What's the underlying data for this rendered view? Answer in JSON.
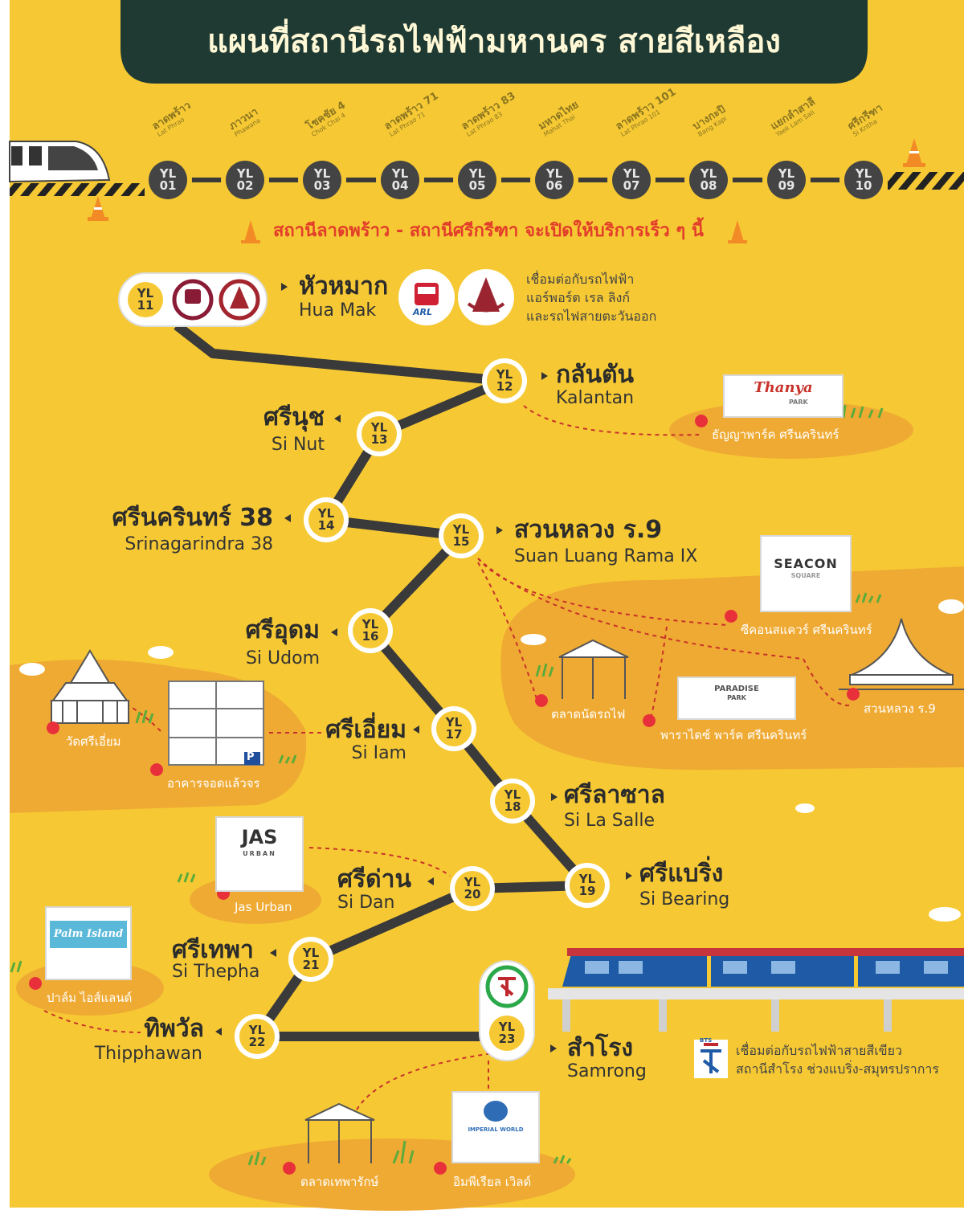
{
  "title": "แผนที่สถานีรถไฟฟ้ามหานคร สายสีเหลือง",
  "notice": "สถานีลาดพร้าว - สถานีศรีกรีฑา จะเปิดให้บริการเร็ว ๆ นี้",
  "colors": {
    "background": "#f6c934",
    "area": "#efaa33",
    "title_bg": "#1f3a33",
    "track": "#3a3a3a",
    "station_fill": "#f6c934",
    "station_ring": "#ffffff",
    "upcoming_fill": "#444444",
    "notice_text": "#e23d2a",
    "pin": "#e8303a"
  },
  "upcoming_stations": [
    {
      "code": "YL\n01",
      "th": "ลาดพร้าว",
      "en": "Lat Phrao"
    },
    {
      "code": "YL\n02",
      "th": "ภาวนา",
      "en": "Phawana"
    },
    {
      "code": "YL\n03",
      "th": "โชคชัย 4",
      "en": "Chok Chai 4"
    },
    {
      "code": "YL\n04",
      "th": "ลาดพร้าว 71",
      "en": "Lat Phrao 71"
    },
    {
      "code": "YL\n05",
      "th": "ลาดพร้าว 83",
      "en": "Lat Phrao 83"
    },
    {
      "code": "YL\n06",
      "th": "มหาดไทย",
      "en": "Mahat Thai"
    },
    {
      "code": "YL\n07",
      "th": "ลาดพร้าว 101",
      "en": "Lat Phrao 101"
    },
    {
      "code": "YL\n08",
      "th": "บางกะปิ",
      "en": "Bang Kapi"
    },
    {
      "code": "YL\n09",
      "th": "แยกลำสาลี",
      "en": "Yaek Lam Sali"
    },
    {
      "code": "YL\n10",
      "th": "ศรีกรีฑา",
      "en": "Si Kritha"
    }
  ],
  "stations": [
    {
      "code": "YL\n11",
      "th": "หัวหมาก",
      "en": "Hua Mak"
    },
    {
      "code": "YL\n12",
      "th": "กลันตัน",
      "en": "Kalantan"
    },
    {
      "code": "YL\n13",
      "th": "ศรีนุช",
      "en": "Si Nut"
    },
    {
      "code": "YL\n14",
      "th": "ศรีนครินทร์ 38",
      "en": "Srinagarindra 38"
    },
    {
      "code": "YL\n15",
      "th": "สวนหลวง ร.9",
      "en": "Suan Luang Rama IX"
    },
    {
      "code": "YL\n16",
      "th": "ศรีอุดม",
      "en": "Si Udom"
    },
    {
      "code": "YL\n17",
      "th": "ศรีเอี่ยม",
      "en": "Si Iam"
    },
    {
      "code": "YL\n18",
      "th": "ศรีลาซาล",
      "en": "Si La Salle"
    },
    {
      "code": "YL\n19",
      "th": "ศรีแบริ่ง",
      "en": "Si Bearing"
    },
    {
      "code": "YL\n20",
      "th": "ศรีด่าน",
      "en": "Si Dan"
    },
    {
      "code": "YL\n21",
      "th": "ศรีเทพา",
      "en": "Si Thepha"
    },
    {
      "code": "YL\n22",
      "th": "ทิพวัล",
      "en": "Thipphawan"
    },
    {
      "code": "YL\n23",
      "th": "สำโรง",
      "en": "Samrong"
    }
  ],
  "connections": {
    "hua_mak": "เชื่อมต่อกับรถไฟฟ้า\nแอร์พอร์ต เรล ลิงก์\nและรถไฟสายตะวันออก",
    "samrong": "เชื่อมต่อกับรถไฟฟ้าสายสีเขียว\nสถานีสำโรง ช่วงแบริ่ง-สมุทรปราการ",
    "arl_logo": "ARL",
    "bts_logo": "BTS"
  },
  "landmarks": [
    {
      "name": "ธัญญาพาร์ค ศรีนครินทร์",
      "icon": "building-icon"
    },
    {
      "name": "ซีคอนสแควร์ ศรีนครินทร์",
      "icon": "building-icon"
    },
    {
      "name": "ตลาดนัดรถไฟ",
      "icon": "tent-icon"
    },
    {
      "name": "พาราไดซ์ พาร์ค ศรีนครินทร์",
      "icon": "building-icon"
    },
    {
      "name": "สวนหลวง ร.9",
      "icon": "pavilion-icon"
    },
    {
      "name": "วัดศรีเอี่ยม",
      "icon": "temple-icon"
    },
    {
      "name": "อาคารจอดแล้วจร",
      "icon": "parking-icon"
    },
    {
      "name": "Jas Urban",
      "icon": "building-icon"
    },
    {
      "name": "ปาล์ม ไอส์แลนด์",
      "icon": "building-icon"
    },
    {
      "name": "ตลาดเทพารักษ์",
      "icon": "tent-icon"
    },
    {
      "name": "อิมพีเรียล เวิลด์",
      "icon": "building-icon"
    }
  ],
  "logos": {
    "thanya": "Thanya",
    "thanya_sub": "PARK",
    "seacon": "SEACON",
    "seacon_sub": "SQUARE",
    "paradise": "PARADISE",
    "paradise_sub": "PARK",
    "jas": "JAS",
    "jas_sub": "URBAN",
    "palm": "Palm Island",
    "imperial": "IMPERIAL WORLD"
  },
  "parking_glyph": "P"
}
